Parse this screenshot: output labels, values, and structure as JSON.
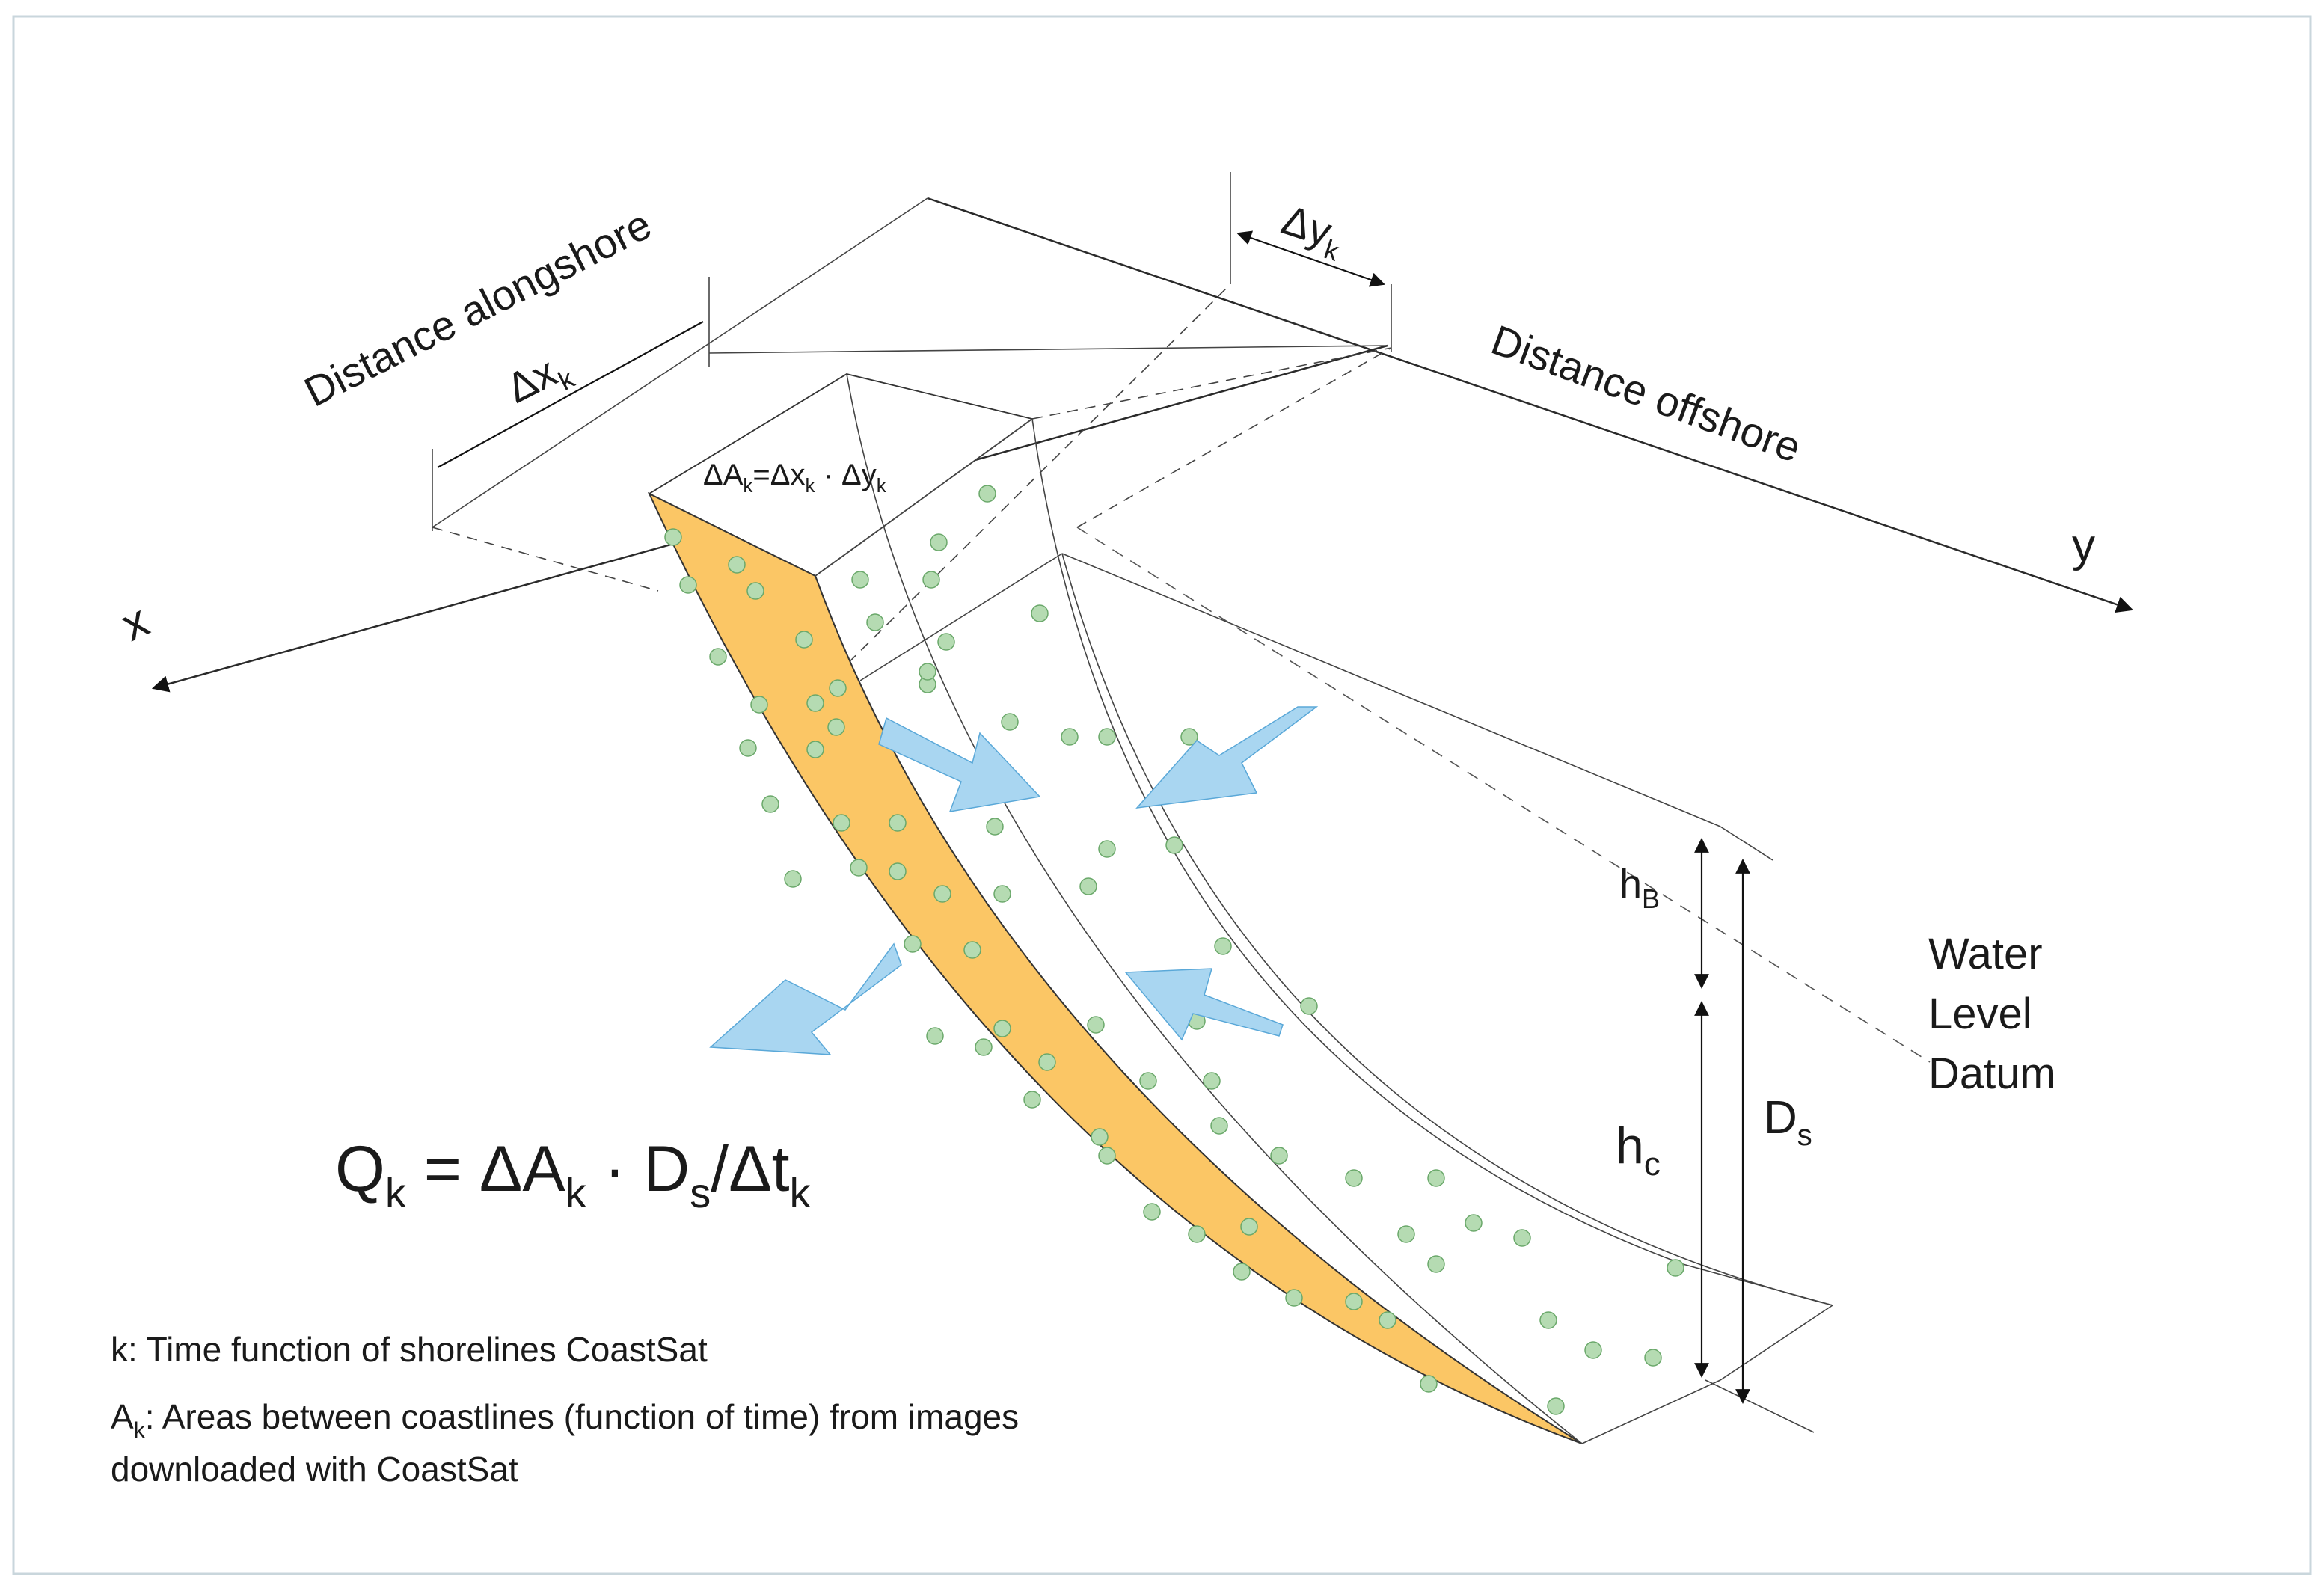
{
  "axes": {
    "x_axis_label": "x",
    "y_axis_label": "y",
    "alongshore_label": "Distance alongshore",
    "offshore_label": "Distance offshore"
  },
  "increments": {
    "dx": {
      "base": "Δx",
      "sub": "k"
    },
    "dy": {
      "base": "Δy",
      "sub": "k"
    }
  },
  "area_equation": {
    "parts": [
      "ΔA",
      "k",
      "=Δx",
      "k",
      " · Δy",
      "k"
    ]
  },
  "depths": {
    "hB": {
      "base": "h",
      "sub": "B"
    },
    "hc": {
      "base": "h",
      "sub": "c"
    },
    "Ds": {
      "base": "D",
      "sub": "s"
    }
  },
  "datum_label": [
    "Water",
    "Level",
    "Datum"
  ],
  "main_equation": {
    "parts": [
      "Q",
      "k",
      " = ΔA",
      "k",
      " · D",
      "s",
      "/Δt",
      "k"
    ]
  },
  "notes": {
    "line1": "k: Time function of shorelines CoastSat",
    "line2_base": "A",
    "line2_sub": "k",
    "line2_rest": ": Areas between coastlines (function of time) from images",
    "line3": "downloaded with CoastSat"
  },
  "colors": {
    "shore_band": "#fbc665",
    "sediment_dot": "#b5dbb2",
    "sediment_dot_stroke": "#6aa86a",
    "flux_arrow": "#a9d6f1",
    "flux_arrow_stroke": "#5aa8d8",
    "frame": "#c9d6dc",
    "line": "#2a2a2a"
  }
}
